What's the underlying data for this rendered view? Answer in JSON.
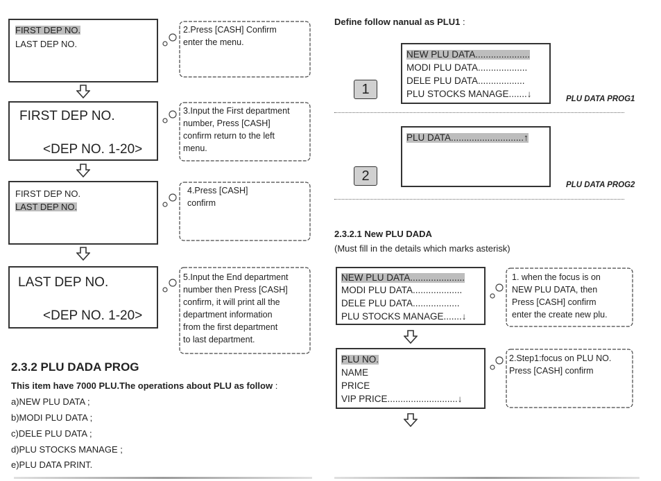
{
  "left_flow": {
    "screen1": {
      "line1": "FIRST DEP NO.",
      "line2": "LAST DEP NO."
    },
    "note1": [
      "2.Press [CASH] Confirm",
      "enter the menu."
    ],
    "screen2": {
      "line1": "FIRST DEP NO.",
      "line2": "<DEP NO. 1-20>"
    },
    "note2": [
      "3.Input the First department",
      "number, Press [CASH]",
      "confirm return to the left",
      "menu."
    ],
    "screen3": {
      "line1": "FIRST DEP NO.",
      "line2": "LAST DEP NO."
    },
    "note3": [
      "4.Press [CASH]",
      "confirm"
    ],
    "screen4": {
      "line1": "LAST DEP NO.",
      "line2": "<DEP NO. 1-20>"
    },
    "note4": [
      "5.Input the End department",
      "number then Press [CASH]",
      "confirm, it will print all the",
      "department information",
      "from the first department",
      "to last department."
    ]
  },
  "section_232": {
    "title": "2.3.2 PLU DADA PROG",
    "intro": "This item have 7000 PLU.The operations about PLU as follow",
    "intro_colon": ":",
    "items": [
      "a)NEW PLU DATA ;",
      "b)MODI PLU DATA ;",
      "c)DELE PLU DATA ;",
      "d)PLU STOCKS MANAGE ;",
      "e)PLU DATA PRINT."
    ]
  },
  "right_top": {
    "define": "Define follow nanual as PLU1",
    "define_colon": ":",
    "prog1": {
      "number": "1",
      "lines": [
        "NEW PLU DATA.....................",
        "MODI PLU DATA...................",
        "DELE PLU DATA..................",
        "PLU STOCKS MANAGE.......↓"
      ],
      "label": "PLU DATA PROG1"
    },
    "prog2": {
      "number": "2",
      "lines": [
        "PLU DATA............................↑"
      ],
      "label": "PLU DATA PROG2"
    }
  },
  "section_2321": {
    "title": "2.3.2.1 New PLU DADA",
    "subtitle": "(Must fill in the details which marks asterisk)",
    "screen1": [
      "NEW PLU DATA.....................",
      "MODI PLU DATA...................",
      "DELE PLU DATA..................",
      "PLU STOCKS MANAGE.......↓"
    ],
    "note1": [
      "1. when the focus is on",
      "NEW PLU DATA, then",
      "Press [CASH]  confirm",
      "enter the create new plu."
    ],
    "screen2": [
      "PLU NO.",
      "NAME",
      "PRICE",
      "VIP PRICE...........................↓"
    ],
    "note2": [
      "2.Step1:focus on PLU NO.",
      "Press [CASH] confirm"
    ]
  },
  "colors": {
    "highlight": "#bdbdbd",
    "border": "#333333"
  },
  "icons": [
    "down-arrow-icon",
    "thought-bubble-icon"
  ]
}
